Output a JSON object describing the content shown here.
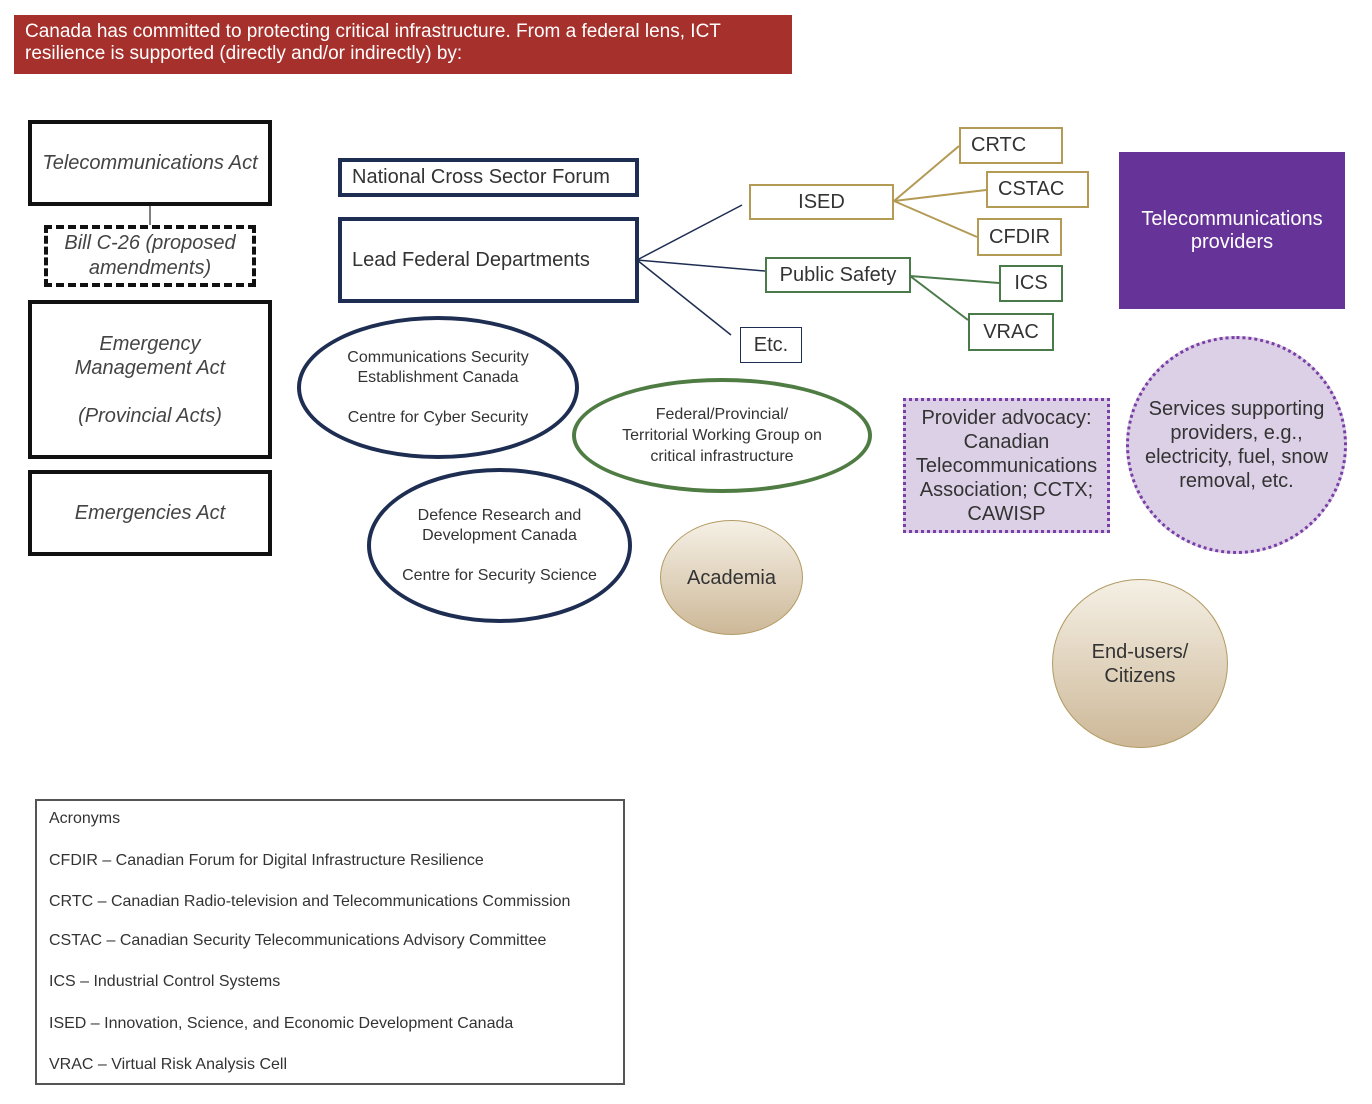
{
  "banner": {
    "text": "Canada has committed to protecting critical infrastructure. From a federal lens, ICT resilience is supported (directly and/or indirectly) by:",
    "color": "#a6302b"
  },
  "legislation": {
    "telecommunications_act": "Telecommunications Act",
    "bill_c26": "Bill C-26 (proposed\namendments)",
    "emergency_management_act": "Emergency\nManagement Act\n\n(Provincial Acts)",
    "emergencies_act": "Emergencies Act"
  },
  "federal": {
    "national_cross_sector_forum": "National Cross Sector Forum",
    "lead_federal_departments": "Lead Federal Departments",
    "ised": "ISED",
    "public_safety": "Public Safety",
    "etc": "Etc.",
    "ised_children": [
      "CRTC",
      "CSTAC",
      "CFDIR"
    ],
    "public_safety_children": [
      "ICS",
      "VRAC"
    ]
  },
  "organizations": {
    "cse": "Communications Security\nEstablishment Canada\n\nCentre for Cyber Security",
    "fpt": "Federal/Provincial/\nTerritorial Working Group on\ncritical infrastructure",
    "drdc": "Defence Research and\nDevelopment Canada\n\nCentre for Security Science",
    "academia": "Academia"
  },
  "private": {
    "telecom_providers": "Telecommunications\nproviders",
    "provider_advocacy": "Provider advocacy:\nCanadian\nTelecommunications\nAssociation; CCTX;\nCAWISP",
    "services_supporting": "Services supporting\nproviders, e.g.,\nelectricity, fuel, snow\nremoval, etc.",
    "end_users": "End-users/\nCitizens",
    "purple": "#663399"
  },
  "acronyms": {
    "title": "Acronyms",
    "items": [
      "CFDIR – Canadian Forum for Digital Infrastructure Resilience",
      "CRTC – Canadian Radio-television and Telecommunications Commission",
      "CSTAC – Canadian Security Telecommunications Advisory Committee",
      "ICS – Industrial Control Systems",
      "ISED – Innovation, Science, and Economic Development Canada",
      "VRAC – Virtual Risk Analysis Cell"
    ]
  }
}
